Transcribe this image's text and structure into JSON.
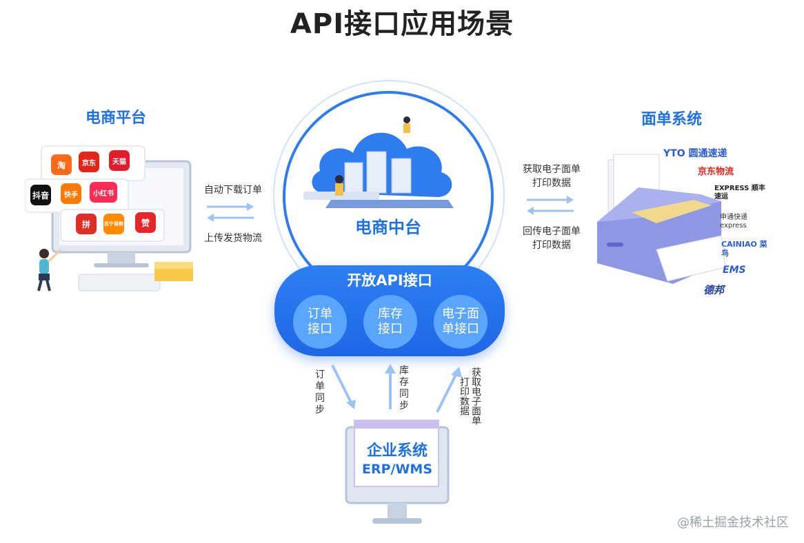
{
  "title": "API接口应用场景",
  "left_title": "电商平台",
  "right_title": "面单系统",
  "left_arrows": {
    "top": "自动下载订单",
    "bottom": "上传发货物流"
  },
  "right_arrows": {
    "top": "获取电子面单\n打印数据",
    "bottom": "回传电子面单\n打印数据"
  },
  "center": {
    "hub_label": "电商中台",
    "api_title": "开放API接口",
    "apis": [
      "订单\n接口",
      "库存\n接口",
      "电子面\n单接口"
    ]
  },
  "bottom_arrows": [
    "订单同步",
    "库存同步",
    "获取电子面单打印数据"
  ],
  "erp": {
    "title": "企业系统",
    "subtitle": "ERP/WMS"
  },
  "platform_apps": [
    "淘",
    "京东",
    "天猫",
    "抖音",
    "快手",
    "小红书",
    "拼",
    "苏宁易购",
    "赞"
  ],
  "express_logos": [
    "YTO 圆通速递",
    "京东物流",
    "EXPRESS 顺丰速运",
    "申通快递 express",
    "CAINIAO 菜鸟",
    "EMS",
    "德邦"
  ],
  "watermark": "@稀土掘金技术社区",
  "colors": {
    "brand_blue": "#1f6fe5",
    "api_bar": "#2d7ff5",
    "arrow": "#9cc3f5",
    "printer": "#8d97e4"
  }
}
